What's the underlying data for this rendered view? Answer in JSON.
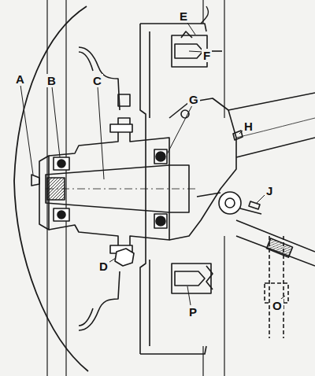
{
  "diagram": {
    "labels": [
      "A",
      "B",
      "C",
      "D",
      "E",
      "F",
      "G",
      "H",
      "J",
      "O",
      "P"
    ]
  }
}
